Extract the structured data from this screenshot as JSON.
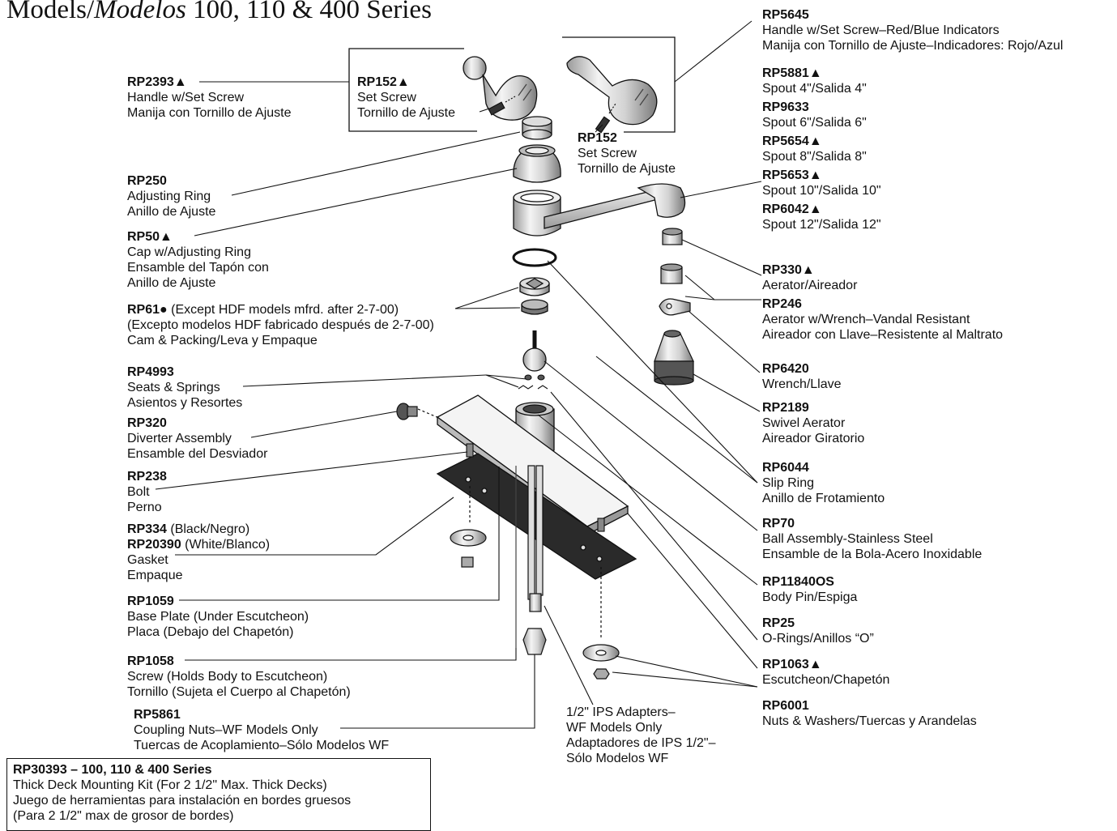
{
  "title": {
    "prefix": "Models/",
    "italic": "Modelos",
    "suffix": " 100, 110 & 400 Series"
  },
  "parts": {
    "rp2393": {
      "pn": "RP2393▲",
      "l1": "Handle w/Set Screw",
      "l2": "Manija con Tornillo de Ajuste"
    },
    "rp152_box": {
      "pn": "RP152▲",
      "l1": "Set Screw",
      "l2": "Tornillo de Ajuste"
    },
    "rp152": {
      "pn": "RP152",
      "l1": "Set Screw",
      "l2": "Tornillo de Ajuste"
    },
    "rp5645": {
      "pn": "RP5645",
      "l1": "Handle w/Set Screw–Red/Blue Indicators",
      "l2": "Manija con Tornillo de Ajuste–Indicadores: Rojo/Azul"
    },
    "rp5881": {
      "pn": "RP5881▲",
      "l1": "Spout 4\"/Salida 4\""
    },
    "rp9633": {
      "pn": "RP9633",
      "l1": "Spout 6\"/Salida 6\""
    },
    "rp5654": {
      "pn": "RP5654▲",
      "l1": "Spout 8\"/Salida 8\""
    },
    "rp5653": {
      "pn": "RP5653▲",
      "l1": "Spout 10\"/Salida 10\""
    },
    "rp6042": {
      "pn": "RP6042▲",
      "l1": "Spout 12\"/Salida 12\""
    },
    "rp250": {
      "pn": "RP250",
      "l1": "Adjusting Ring",
      "l2": "Anillo de Ajuste"
    },
    "rp50": {
      "pn": "RP50▲",
      "l1": "Cap w/Adjusting Ring",
      "l2": "Ensamble del Tapón con",
      "l3": "Anillo de Ajuste"
    },
    "rp61": {
      "pn": "RP61●",
      "pn_note": " (Except HDF models mfrd. after 2-7-00)",
      "l1": "(Excepto modelos HDF fabricado después de 2-7-00)",
      "l2": "Cam & Packing/Leva y Empaque"
    },
    "rp330": {
      "pn": "RP330▲",
      "l1": "Aerator/Aireador"
    },
    "rp246": {
      "pn": "RP246",
      "l1": "Aerator w/Wrench–Vandal Resistant",
      "l2": "Aireador con Llave–Resistente al Maltrato"
    },
    "rp4993": {
      "pn": "RP4993",
      "l1": "Seats & Springs",
      "l2": "Asientos y Resortes"
    },
    "rp6420": {
      "pn": "RP6420",
      "l1": "Wrench/Llave"
    },
    "rp320": {
      "pn": "RP320",
      "l1": "Diverter Assembly",
      "l2": "Ensamble del Desviador"
    },
    "rp2189": {
      "pn": "RP2189",
      "l1": "Swivel Aerator",
      "l2": "Aireador Giratorio"
    },
    "rp238": {
      "pn": "RP238",
      "l1": "Bolt",
      "l2": "Perno"
    },
    "rp6044": {
      "pn": "RP6044",
      "l1": "Slip Ring",
      "l2": "Anillo de Frotamiento"
    },
    "rp334": {
      "pn": "RP334",
      "pn_note": " (Black/Negro)",
      "pn2": "RP20390",
      "pn2_note": " (White/Blanco)",
      "l1": "Gasket",
      "l2": "Empaque"
    },
    "rp70": {
      "pn": "RP70",
      "l1": "Ball Assembly-Stainless Steel",
      "l2": "Ensamble de la Bola-Acero Inoxidable"
    },
    "rp11840": {
      "pn": "RP11840OS",
      "l1": "Body Pin/Espiga"
    },
    "rp1059": {
      "pn": "RP1059",
      "l1": "Base Plate (Under Escutcheon)",
      "l2": "Placa (Debajo del Chapetón)"
    },
    "rp25": {
      "pn": "RP25",
      "l1": "O-Rings/Anillos “O”"
    },
    "rp1058": {
      "pn": "RP1058",
      "l1": "Screw (Holds Body to Escutcheon)",
      "l2": "Tornillo (Sujeta el Cuerpo al Chapetón)"
    },
    "rp1063": {
      "pn": "RP1063▲",
      "l1": "Escutcheon/Chapetón"
    },
    "rp6001": {
      "pn": "RP6001",
      "l1": "Nuts & Washers/Tuercas y Arandelas"
    },
    "rp5861": {
      "pn": "RP5861",
      "l1": "Coupling Nuts–WF Models Only",
      "l2": "Tuercas de Acoplamiento–Sólo Modelos WF"
    },
    "ips": {
      "l1": "1/2\" IPS Adapters–",
      "l2": "WF Models Only",
      "l3": "Adaptadores de IPS 1/2\"–",
      "l4": "Sólo Modelos WF"
    }
  },
  "kit": {
    "pn": "RP30393 – 100, 110 & 400 Series",
    "l1": "Thick Deck Mounting Kit (For 2 1/2\" Max. Thick Decks)",
    "l2": "Juego de herramientas para instalación en bordes gruesos",
    "l3": "(Para 2 1/2\" max de grosor de bordes)"
  }
}
